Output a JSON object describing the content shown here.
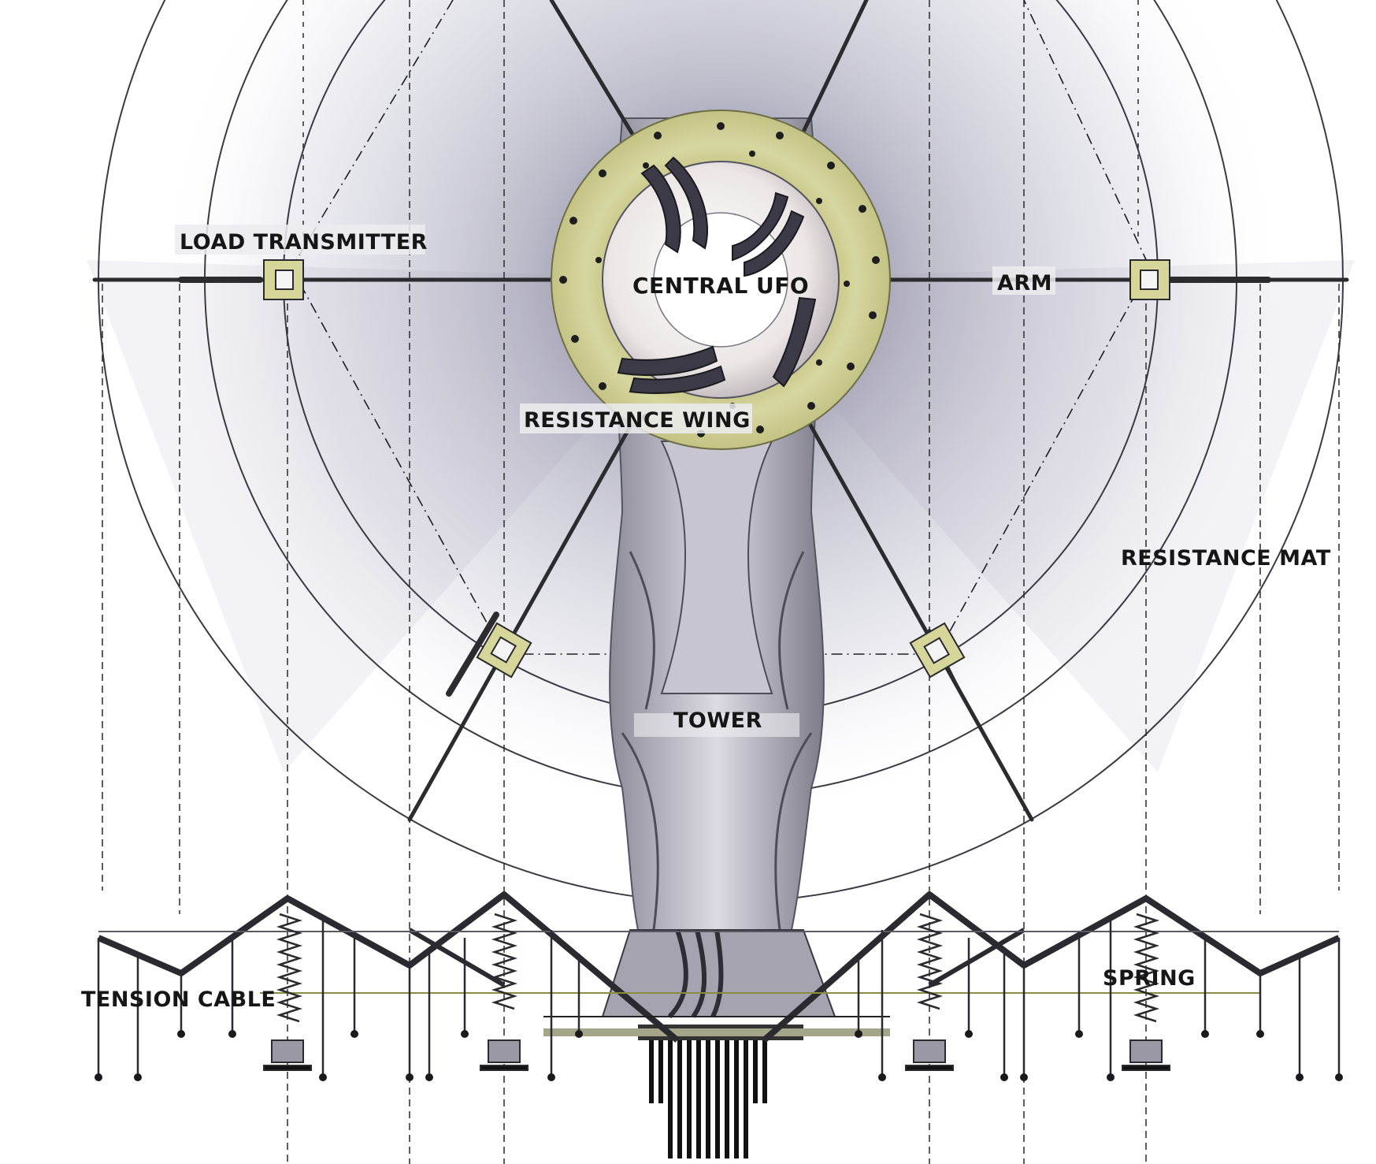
{
  "labels": {
    "load_transmitter": "LOAD TRANSMITTER",
    "central_ufo": "CENTRAL UFO",
    "arm": "ARM",
    "resistance_wing": "RESISTANCE WING",
    "resistance_mat": "RESISTANCE MAT",
    "tower": "TOWER",
    "tension_cable": "TENSION CABLE",
    "spring": "SPRING"
  },
  "colors": {
    "background": "#ffffff",
    "shadow": "#5a5878",
    "ring": "#c9c98a",
    "ring_dot": "#2a2a2a",
    "line": "#2a2a2e",
    "hub": "#f4f0f0"
  }
}
